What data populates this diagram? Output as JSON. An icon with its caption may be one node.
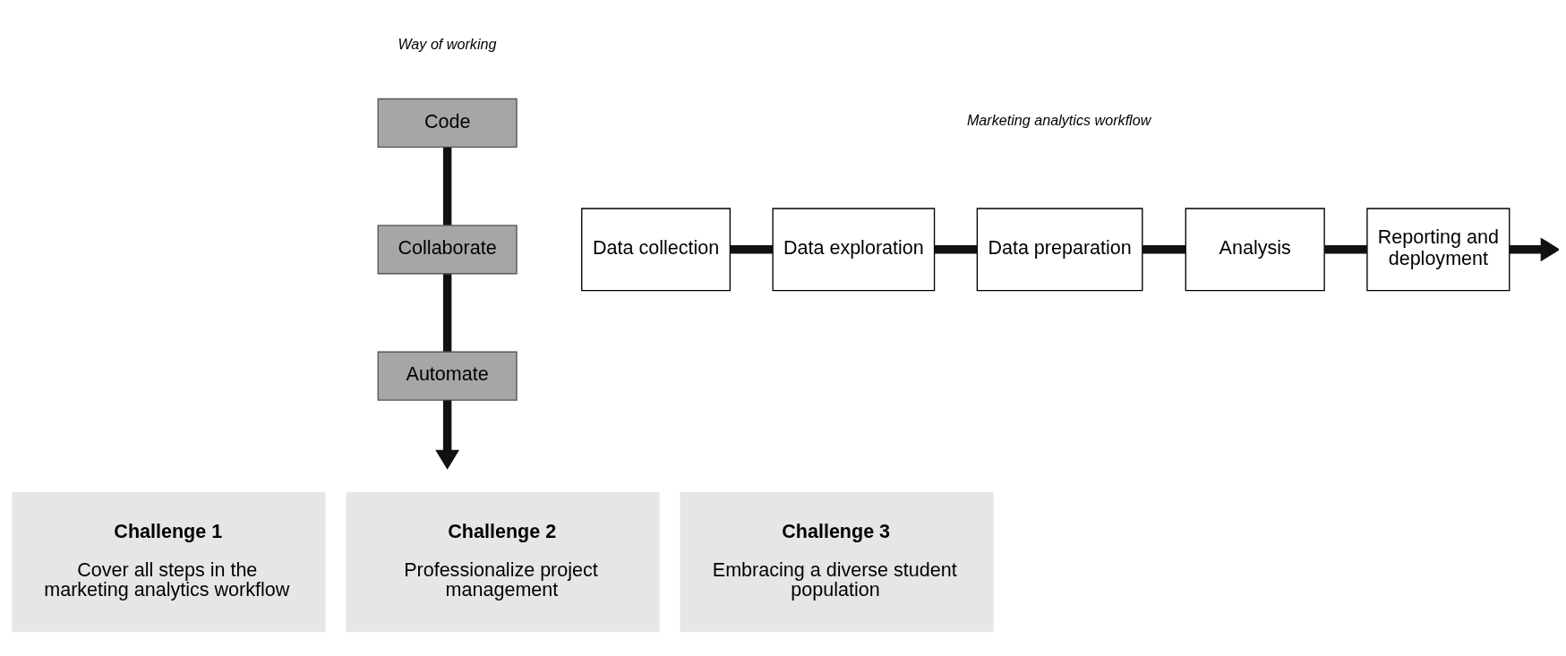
{
  "diagram": {
    "nodes": [
      {
        "text": [
          "Code"
        ]
      },
      {
        "text": [
          "Collaborate"
        ]
      },
      {
        "text": [
          "Automate"
        ]
      },
      {
        "text": [
          "Data collection"
        ]
      },
      {
        "text": [
          "Data exploration"
        ]
      },
      {
        "text": [
          "Data preparation"
        ]
      },
      {
        "text": [
          "Analysis"
        ]
      },
      {
        "text": [
          "Reporting and deployment"
        ]
      },
      {
        "text": [
          "Challenge 1",
          "Cover all steps in the marketing analytics workflow"
        ]
      },
      {
        "text": [
          "Challenge 2",
          "Professionalize project management"
        ]
      },
      {
        "text": [
          "Challenge 3",
          "Embracing a diverse student population"
        ]
      }
    ],
    "edges": [
      {
        "from": 0,
        "to": 1,
        "arrow": "none"
      },
      {
        "from": 1,
        "to": 2,
        "arrow": "none"
      },
      {
        "from": 2,
        "to": null,
        "arrow": "to"
      },
      {
        "from": 3,
        "to": 4,
        "arrow": "none"
      },
      {
        "from": 4,
        "to": 5,
        "arrow": "none"
      },
      {
        "from": 5,
        "to": 6,
        "arrow": "none"
      },
      {
        "from": 6,
        "to": 7,
        "arrow": "none"
      },
      {
        "from": 7,
        "to": null,
        "arrow": "to"
      }
    ],
    "labels": [
      "Way of working",
      "Marketing analytics workflow"
    ]
  }
}
